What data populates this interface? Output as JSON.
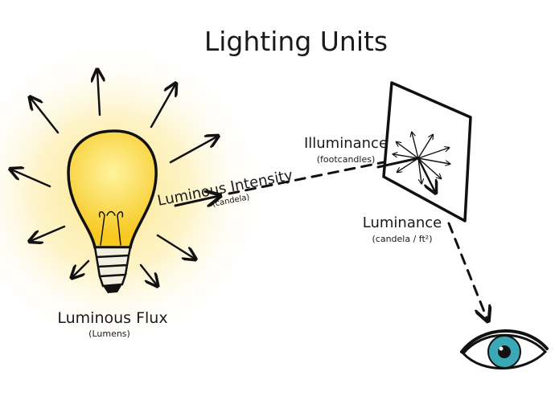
{
  "title": "Lighting Units",
  "labels": {
    "flux": {
      "name": "Luminous Flux",
      "unit": "(Lumens)"
    },
    "intensity": {
      "name": "Luminous Intensity",
      "unit": "(candela)"
    },
    "illuminance": {
      "name": "Illuminance",
      "unit": "(footcandles)"
    },
    "luminance": {
      "name": "Luminance",
      "unit": "(candela / ft²)"
    }
  },
  "colors": {
    "bulb": "#f7c81e",
    "glow": "#fde68a",
    "iris": "#3aa9b5"
  }
}
